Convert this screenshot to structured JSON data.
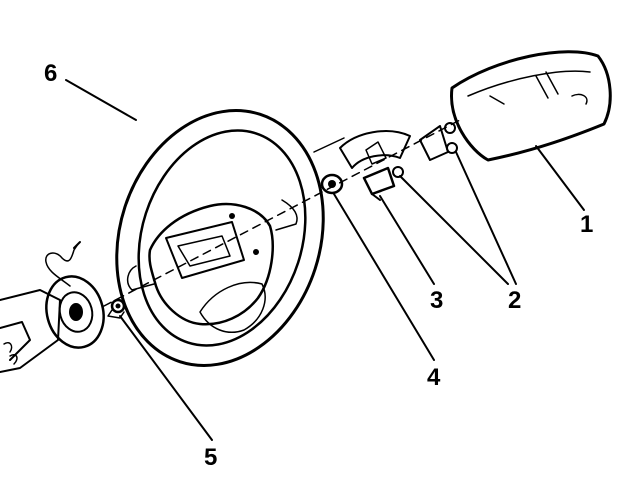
{
  "diagram": {
    "callouts": [
      {
        "id": "1",
        "label": "1"
      },
      {
        "id": "2",
        "label": "2"
      },
      {
        "id": "3",
        "label": "3"
      },
      {
        "id": "4",
        "label": "4"
      },
      {
        "id": "5",
        "label": "5"
      },
      {
        "id": "6",
        "label": "6"
      }
    ]
  },
  "colors": {
    "ink": "#000000",
    "paper": "#ffffff"
  }
}
